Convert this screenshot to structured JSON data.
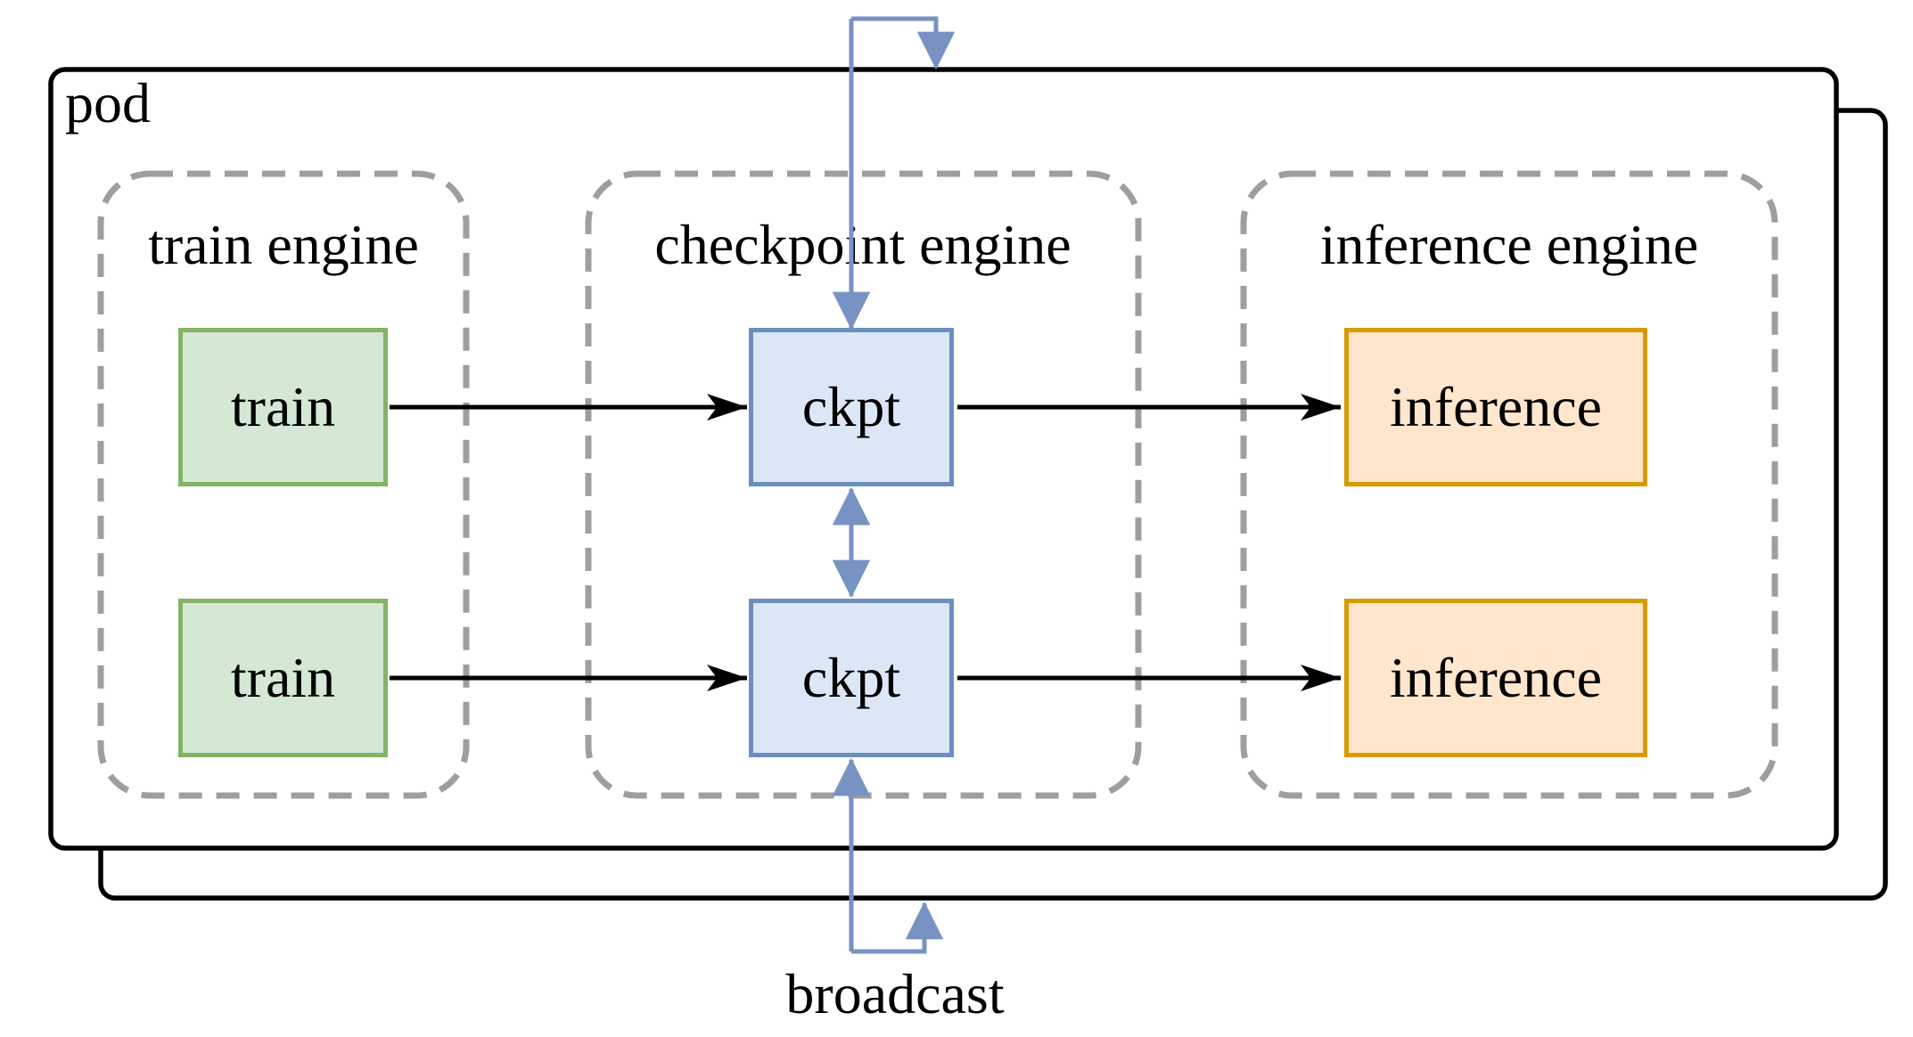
{
  "pod": {
    "label": "pod"
  },
  "engines": [
    {
      "label": "train engine",
      "boxes": [
        "train",
        "train"
      ]
    },
    {
      "label": "checkpoint engine",
      "boxes": [
        "ckpt",
        "ckpt"
      ]
    },
    {
      "label": "inference engine",
      "boxes": [
        "inference",
        "inference"
      ]
    }
  ],
  "annotations": {
    "broadcast": "broadcast"
  },
  "colors": {
    "train_fill": "#D5E8D4",
    "train_stroke": "#82B366",
    "ckpt_fill": "#DBE7F7",
    "ckpt_stroke": "#6C8EBF",
    "inference_fill": "#FFE6CC",
    "inference_stroke": "#D79B00",
    "arrow_black": "#000000",
    "arrow_blue": "#7892C3",
    "group_dash": "#9E9E9E",
    "pod_stroke": "#000000",
    "background": "#FFFFFF"
  }
}
